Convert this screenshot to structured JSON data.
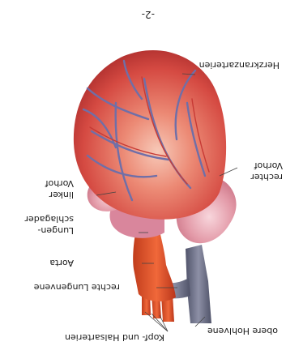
{
  "page_number": "-2-",
  "labels": {
    "kopf_halsarterien": "Kopf- und Halsarterien",
    "obere_hohlvene": "obere Hohlvene",
    "rechte_lungenvene": "rechte Lungenvene",
    "aorta": "Aorta",
    "lungenschlagader_1": "Lungen-",
    "lungenschlagader_2": "schlagader",
    "linker_vorhof_1": "linker",
    "linker_vorhof_2": "Vorhof",
    "rechter_vorhof_1": "rechter",
    "rechter_vorhof_2": "Vorhof",
    "herzkranzarterien": "Herzkranzarterien"
  },
  "colors": {
    "ventricle": "#d84d45",
    "artery": "#e2552a",
    "vein": "#6c6f86",
    "atrium": "#e7a8b3",
    "vessel_lines": "#6f6fa8"
  }
}
